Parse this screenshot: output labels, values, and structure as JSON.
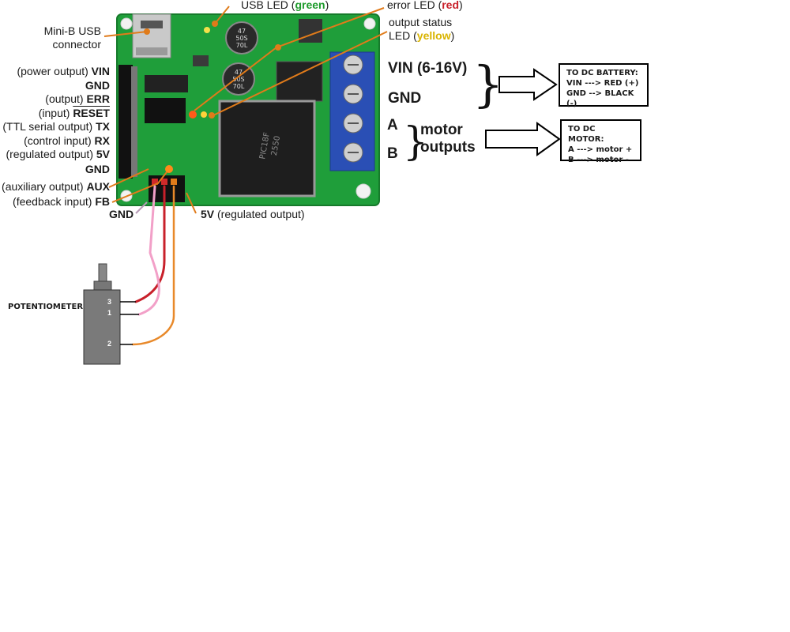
{
  "board": {
    "usb_led": {
      "prefix": "USB LED (",
      "color_word": "green",
      "suffix": ")"
    },
    "error_led": {
      "prefix": "error LED (",
      "color_word": "red",
      "suffix": ")"
    },
    "status_led": {
      "line1": "output status",
      "prefix": "LED (",
      "color_word": "yellow",
      "suffix": ")"
    },
    "usb_connector": {
      "line1": "Mini-B USB",
      "line2": "connector"
    },
    "capacitor_text": {
      "line1": "47",
      "line2": "50S",
      "line3": "70L"
    },
    "chip_text": {
      "line1": "PIC18F",
      "line2": "2550"
    }
  },
  "pins": [
    {
      "desc": "(power output) ",
      "name": "VIN"
    },
    {
      "desc": "",
      "name": "GND"
    },
    {
      "desc": "(output) ",
      "name": "ERR"
    },
    {
      "desc": "(input) ",
      "name": "RESET"
    },
    {
      "desc": "(TTL serial output) ",
      "name": "TX"
    },
    {
      "desc": "(control input) ",
      "name": "RX"
    },
    {
      "desc": "(regulated output) ",
      "name": "5V"
    },
    {
      "desc": "",
      "name": "GND"
    },
    {
      "desc": "(auxiliary output) ",
      "name": "AUX"
    },
    {
      "desc": "(feedback input) ",
      "name": "FB"
    }
  ],
  "bottom_pins": {
    "gnd": "GND",
    "five_v": {
      "name": "5V",
      "desc": " (regulated output)"
    }
  },
  "terminals": {
    "vin": "VIN (6-16V)",
    "gnd": "GND",
    "a": "A",
    "b": "B",
    "motor_line1": "motor",
    "motor_line2": "outputs"
  },
  "battery_box": {
    "title": "TO DC BATTERY:",
    "line1": "VIN --->  RED (+)",
    "line2": "GND -->  BLACK (-)"
  },
  "motor_box": {
    "title": "TO DC MOTOR:",
    "line1": "A --->  motor +",
    "line2": "B --->  motor -"
  },
  "potentiometer": {
    "label": "POTENTIOMETER",
    "pin3": "3",
    "pin1": "1",
    "pin2": "2"
  },
  "colors": {
    "pcb": "#1f9e3a",
    "terminal_block": "#2a4fb5",
    "callout": "#e07b1a",
    "wire_red": "#c8202a",
    "wire_pink": "#f2a0c8",
    "wire_orange": "#e8892a"
  }
}
